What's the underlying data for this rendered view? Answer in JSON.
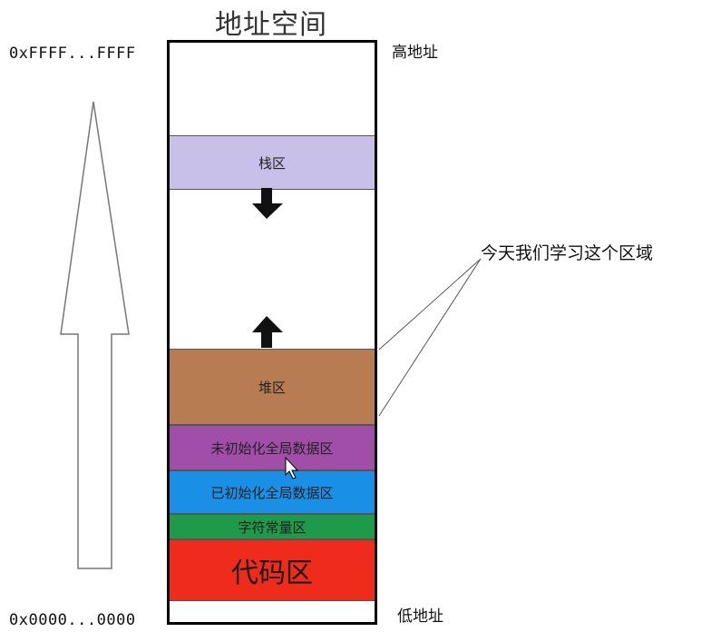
{
  "diagram": {
    "title": "地址空间",
    "high_address_value": "0xFFFF...FFFF",
    "low_address_value": "0x0000...0000",
    "high_address_label": "高地址",
    "low_address_label": "低地址",
    "annotation": "今天我们学习这个区域",
    "segments": [
      {
        "label": "栈区",
        "color": "#c8c0e8"
      },
      {
        "label": "堆区",
        "color": "#b87c52"
      },
      {
        "label": "未初始化全局数据区",
        "color": "#a14ea8"
      },
      {
        "label": "已初始化全局数据区",
        "color": "#1a8fe6"
      },
      {
        "label": "字符常量区",
        "color": "#1e9a4a"
      },
      {
        "label": "代码区",
        "color": "#ef2b1c"
      }
    ]
  }
}
